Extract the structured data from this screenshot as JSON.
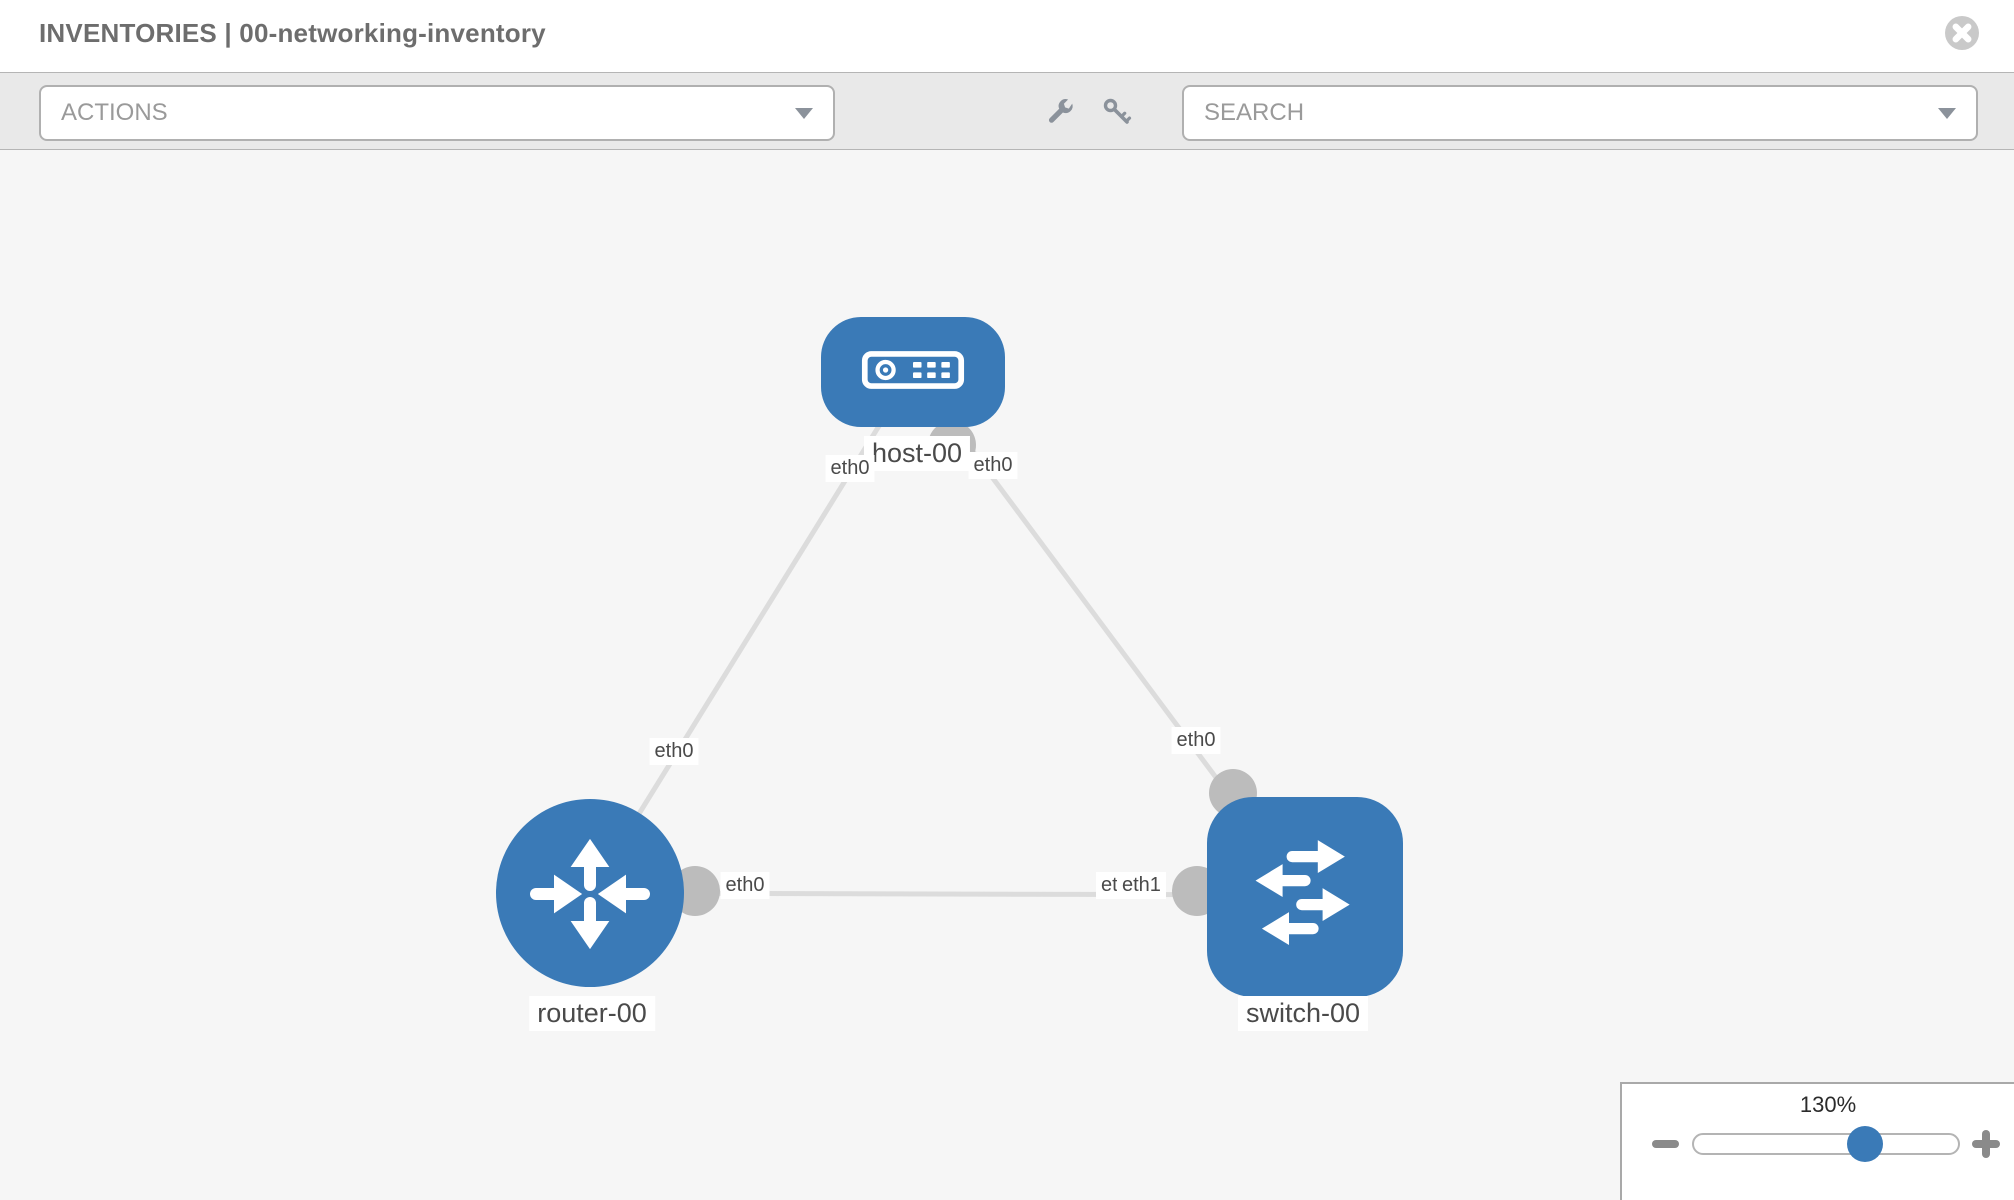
{
  "header": {
    "title": "INVENTORIES | 00-networking-inventory"
  },
  "toolbar": {
    "actions_label": "ACTIONS",
    "search_placeholder": "SEARCH"
  },
  "topology": {
    "nodes": [
      {
        "name": "host-00",
        "type": "host"
      },
      {
        "name": "router-00",
        "type": "router"
      },
      {
        "name": "switch-00",
        "type": "switch"
      }
    ],
    "links": [
      {
        "from": "host-00",
        "from_iface": "eth0",
        "to": "router-00",
        "to_iface": "eth0"
      },
      {
        "from": "host-00",
        "from_iface": "eth0",
        "to": "switch-00",
        "to_iface": "eth0"
      },
      {
        "from": "router-00",
        "from_iface": "eth0",
        "to": "switch-00",
        "to_iface": "eth1"
      }
    ],
    "iface_labels": {
      "hr_host": "eth0",
      "hr_router": "eth0",
      "hs_host": "eth0",
      "hs_switch": "eth0",
      "rs_router": "eth0",
      "rs_switch_under": "eth0",
      "rs_switch": "eth1"
    }
  },
  "zoom_control": {
    "value": "130%"
  },
  "colors": {
    "node_blue": "#3a7ab7",
    "link_gray": "#dcdcdc",
    "endpoint_gray": "#bcbcbc",
    "toolbar_bg": "#e9e9e9",
    "canvas_bg": "#f6f6f6"
  }
}
